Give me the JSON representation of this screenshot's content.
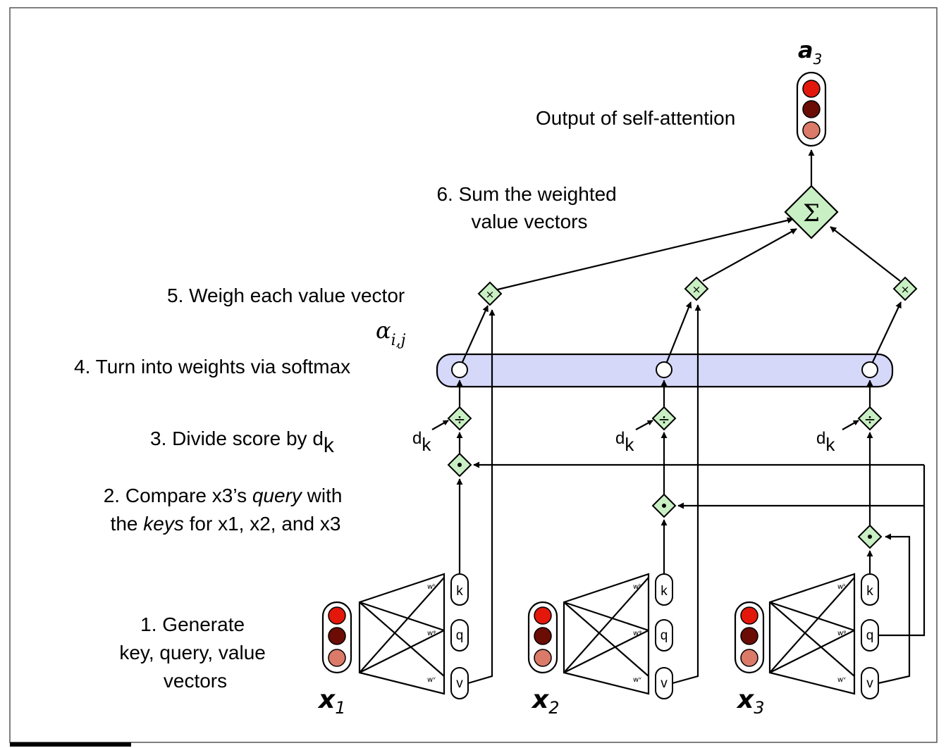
{
  "steps": {
    "s1_line1": "1. Generate",
    "s1_line2": "key, query, value",
    "s1_line3": "vectors",
    "s2_line1_a": "2. Compare x3’s ",
    "s2_line1_b": "query",
    "s2_line1_c": " with",
    "s2_line2_a": "the ",
    "s2_line2_b": "keys",
    "s2_line2_c": " for x1, x2, and x3",
    "s3_a": "3. Divide score by d",
    "s3_b": "k",
    "s4": "4. Turn into weights via softmax",
    "s5": "5. Weigh each value vector",
    "s6_line1": "6. Sum the weighted",
    "s6_line2": "value vectors",
    "output": "Output of self-attention"
  },
  "symbols": {
    "alpha": "α",
    "alpha_sub": "i,j",
    "a_base": "a",
    "a_sub": "3",
    "sigma": "Σ",
    "dk_d": "d",
    "dk_k": "k",
    "div": "÷",
    "dot": "•",
    "times": "×"
  },
  "inputs": [
    {
      "base": "x",
      "sub": "1"
    },
    {
      "base": "x",
      "sub": "2"
    },
    {
      "base": "x",
      "sub": "3"
    }
  ],
  "vector_labels": {
    "k": "k",
    "q": "q",
    "v": "v"
  },
  "weight_labels": {
    "wk": "wᵏ",
    "wq": "wᵠ",
    "wv": "wᵛ"
  },
  "colors": {
    "red": "#e3180b",
    "dark_red": "#6b0d05",
    "salmon": "#db7a68",
    "op_fill": "#c9f0c4",
    "softmax_fill": "#d6d8fa"
  }
}
